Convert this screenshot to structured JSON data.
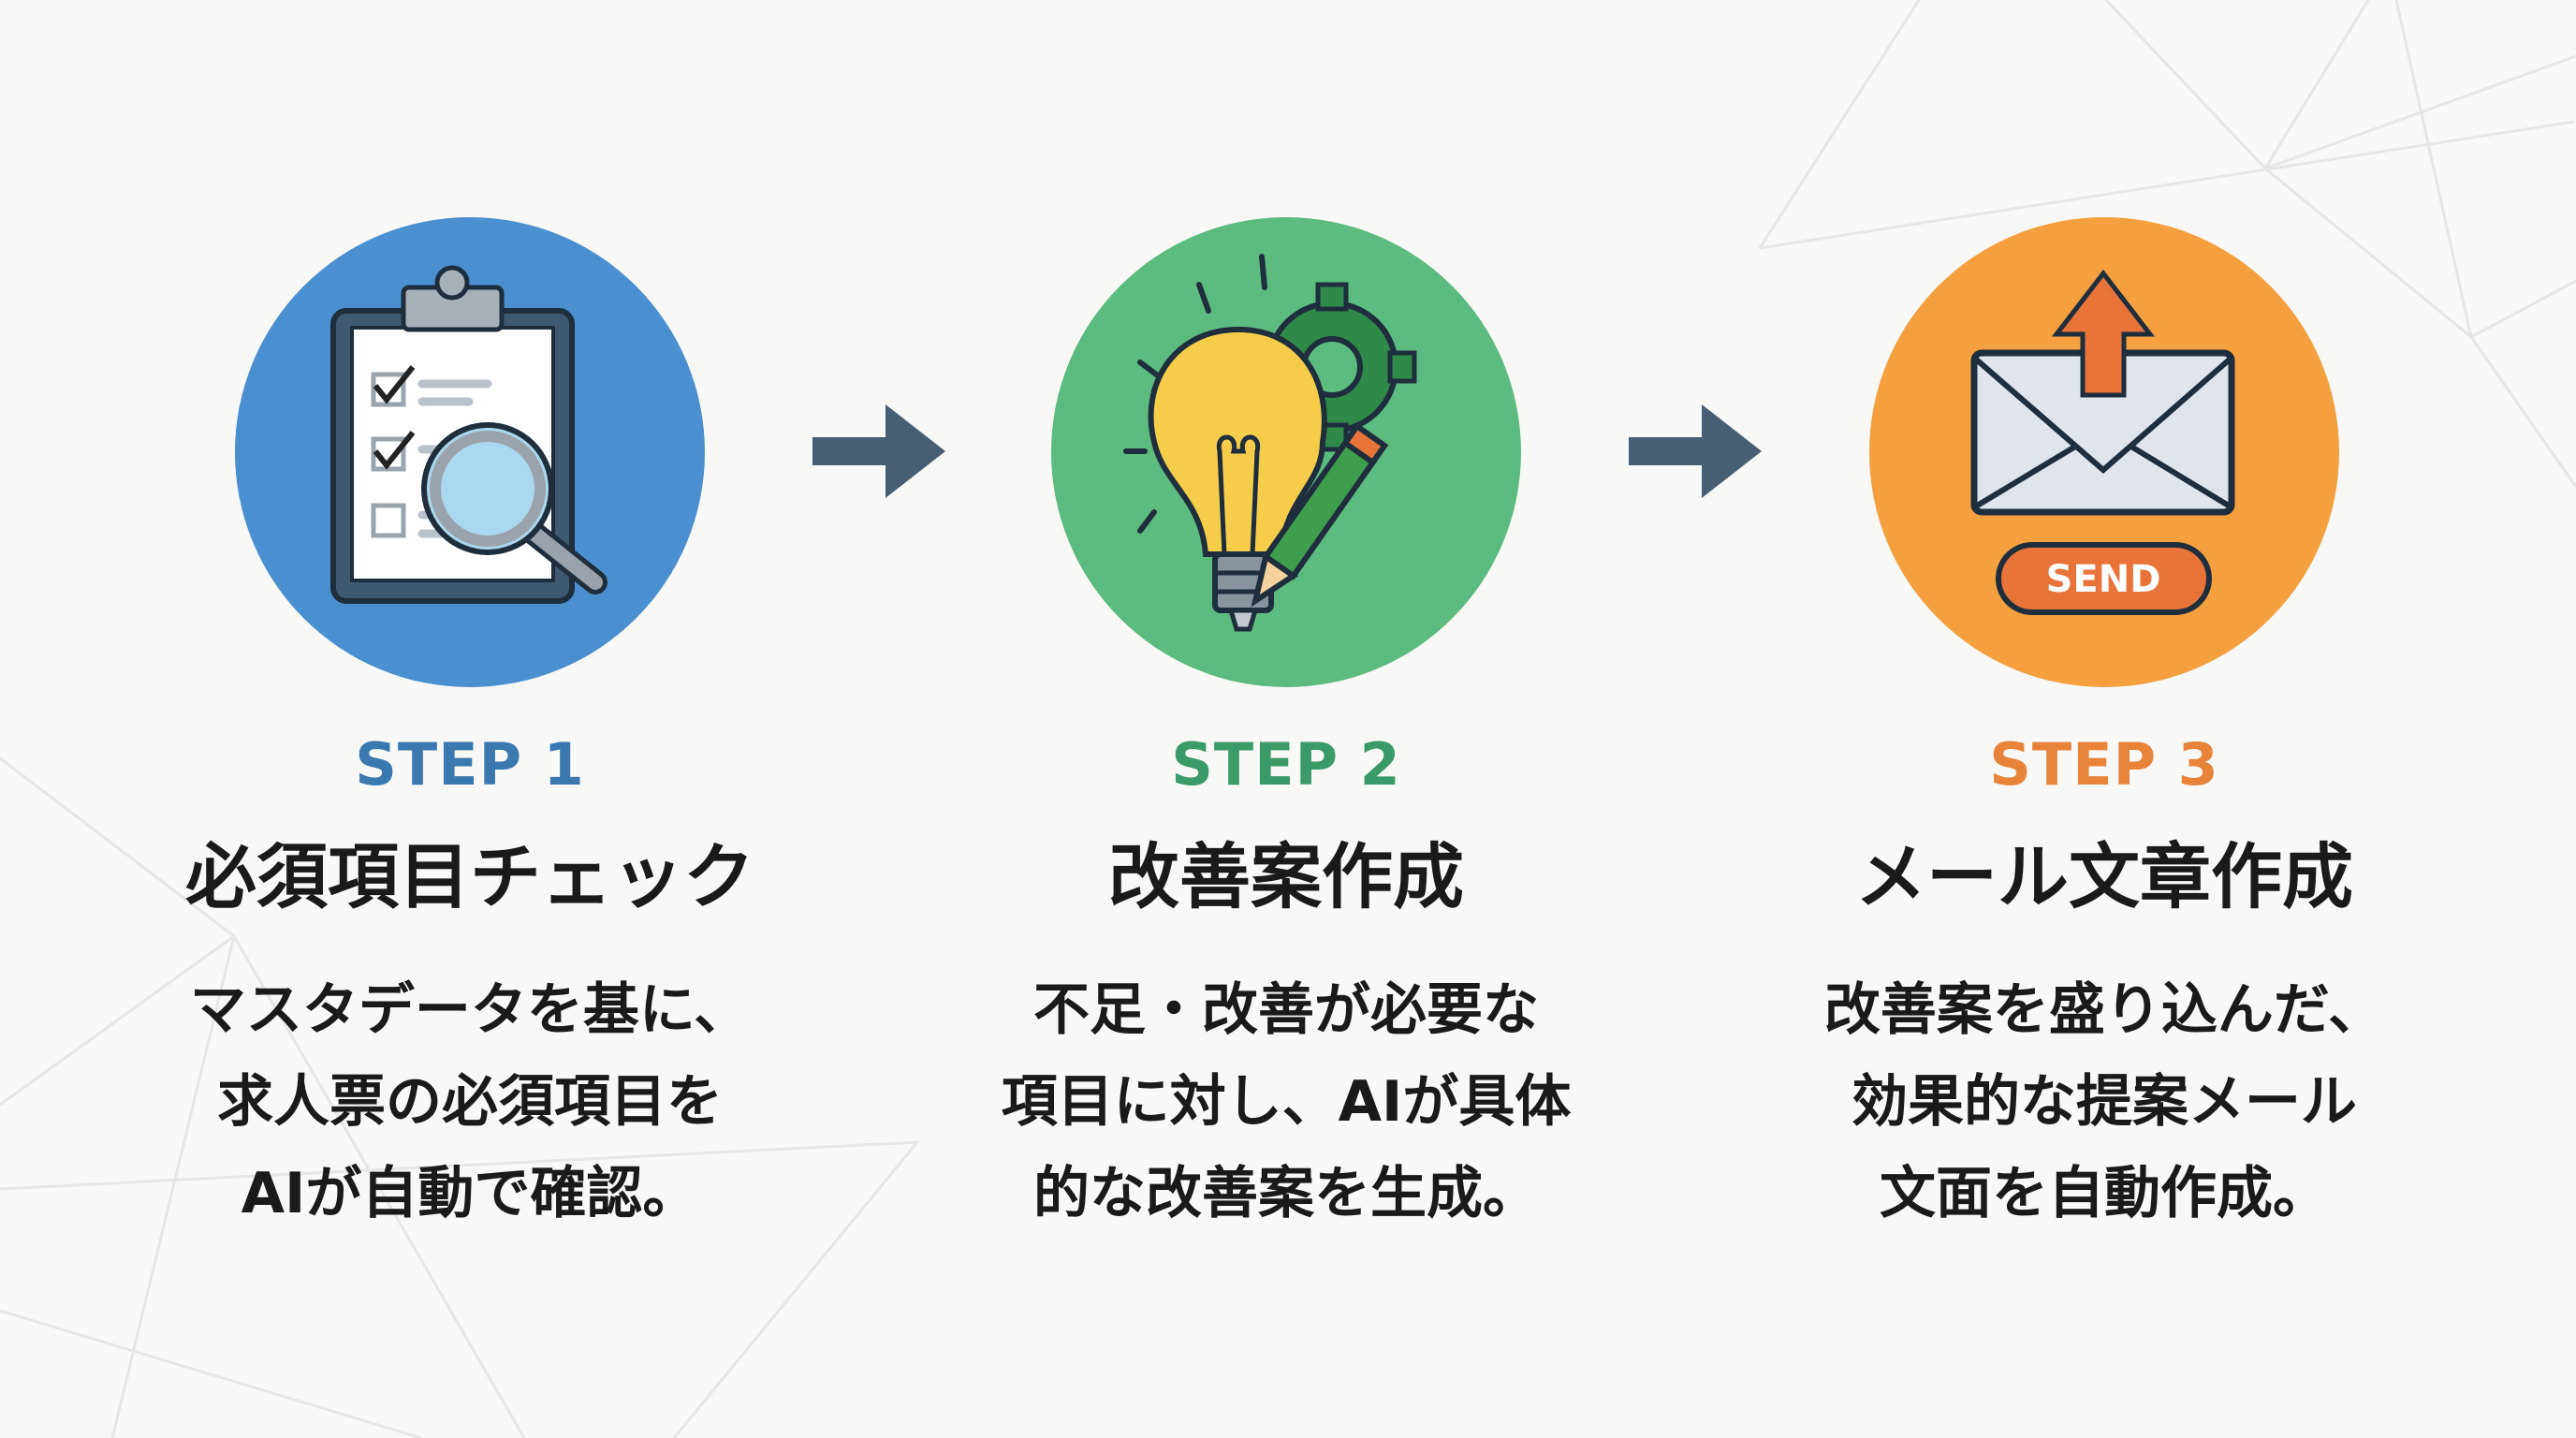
{
  "colors": {
    "step1": "#4a8fcf",
    "step2": "#5cbb7e",
    "step3": "#f4a03e",
    "label1": "#3a78b0",
    "label2": "#3a9a68",
    "label3": "#e8843a",
    "arrow": "#475f74"
  },
  "steps": [
    {
      "label": "STEP 1",
      "title": "必須項目チェック",
      "icon": "clipboard-magnifier-icon",
      "lines": [
        "マスタデータを基に、",
        "求人票の必須項目を",
        "AIが自動で確認。"
      ]
    },
    {
      "label": "STEP 2",
      "title": "改善案作成",
      "icon": "lightbulb-gear-pencil-icon",
      "lines": [
        "不足・改善が必要な",
        "項目に対し、AIが具体",
        "的な改善案を生成。"
      ]
    },
    {
      "label": "STEP 3",
      "title": "メール文章作成",
      "icon": "envelope-send-icon",
      "send_label": "SEND",
      "lines": [
        "改善案を盛り込んだ、",
        "効果的な提案メール",
        "文面を自動作成。"
      ]
    }
  ]
}
